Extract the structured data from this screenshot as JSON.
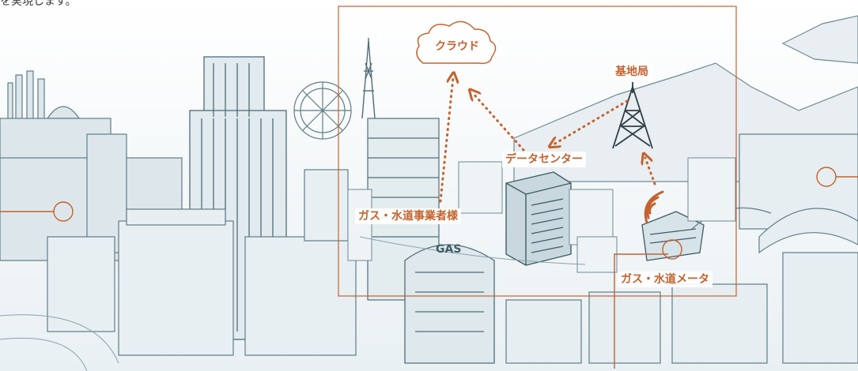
{
  "header": {
    "clipped_text": "を実現します。"
  },
  "diagram": {
    "cloud_label": "クラウド",
    "base_station_label": "基地局",
    "data_center_label": "データセンター",
    "provider_label": "ガス・水道事業者様",
    "meter_label": "ガス・水道メータ",
    "building_sign": "GAS"
  },
  "colors": {
    "accent": "#c4622d",
    "sketch": "#5f7d88",
    "sky": "#eef4f6"
  }
}
